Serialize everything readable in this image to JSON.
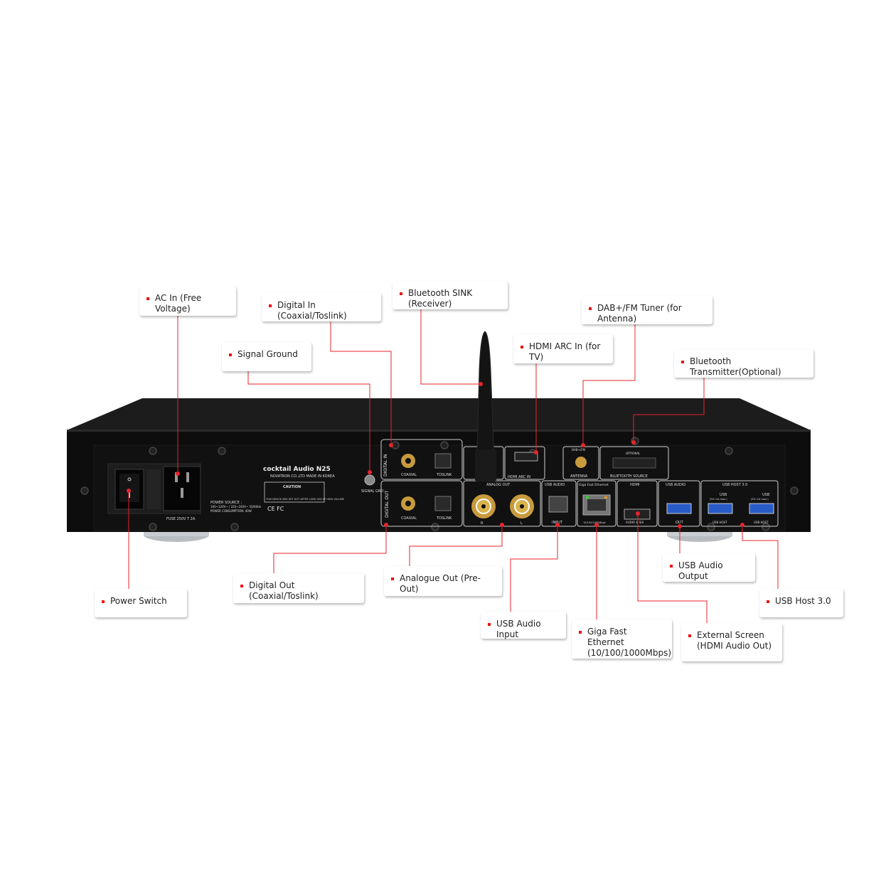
{
  "device": {
    "brand": "cocktail Audio N25",
    "maker": "NOVATRON CO.,LTD   MADE IN KOREA",
    "caution": "CAUTION",
    "caution_note": "THIS DEVICE MAY GET HOT AFTER LONG USE AT HIGH VOLUME",
    "power_source": "POWER SOURCE :",
    "power_range": "100~120V~ / 220~240V~ 50/60Hz",
    "power_consumption": "POWER CONSUMPTION: 40W",
    "fuse": "FUSE  250V T 2A",
    "cert_marks": "CE  FC",
    "panel_labels": {
      "digital_in": "DIGITAL IN",
      "digital_out": "DIGITAL OUT",
      "coaxial": "COAXIAL",
      "toslink": "TOSLINK",
      "analog_out": "ANALOG OUT",
      "r": "R",
      "l": "L",
      "usb_audio": "USB AUDIO",
      "input": "INPUT",
      "ethernet": "Giga Fast Ethernet",
      "ethernet_speed": "10/100/1000Mbps",
      "hdmi": "HDMI",
      "hdmi_sub": "AUDIO & SIX",
      "usb_audio_out": "USB AUDIO",
      "out": "OUT",
      "usb_host": "USB HOST 3.0",
      "usb_a": "USB",
      "usb_a_spec": "(5V⎓1A max.)",
      "usb_host_tag": "USB HOST",
      "hdmi_arc": "HDMI ARC IN",
      "antenna": "ANTENNA",
      "dab_fm": "DAB+/FM",
      "bluetooth_source": "BLUETOOTH SOURCE",
      "optional": "OPTIONAL",
      "signal_gnd": "SIGNAL GND"
    }
  },
  "callouts": [
    {
      "id": "ac-in",
      "label": "AC In (Free Voltage)"
    },
    {
      "id": "digital-in",
      "label": "Digital In (Coaxial/Toslink)"
    },
    {
      "id": "bt-sink",
      "label": "Bluetooth SINK (Receiver)"
    },
    {
      "id": "dab",
      "label": "DAB+/FM Tuner (for Antenna)"
    },
    {
      "id": "signal-ground",
      "label": "Signal Ground"
    },
    {
      "id": "hdmi-arc",
      "label": "HDMI ARC In (for TV)"
    },
    {
      "id": "bt-tx",
      "label": "Bluetooth Transmitter(Optional)"
    },
    {
      "id": "usb-audio-output",
      "label": "USB Audio Output"
    },
    {
      "id": "digital-out",
      "label": "Digital Out (Coaxial/Toslink)"
    },
    {
      "id": "analogue-out",
      "label": "Analogue Out (Pre-Out)"
    },
    {
      "id": "power-switch",
      "label": "Power Switch"
    },
    {
      "id": "usb-host",
      "label": "USB Host 3.0"
    },
    {
      "id": "usb-audio-input",
      "label": "USB Audio Input"
    },
    {
      "id": "ethernet",
      "label": "Giga Fast Ethernet\n(10/100/1000Mbps)"
    },
    {
      "id": "external-screen",
      "label": "External Screen\n(HDMI Audio Out)"
    }
  ],
  "colors": {
    "leader": "#e8242a",
    "body": "#0d0d0d",
    "panel_line": "#cfcfcf",
    "gold": "#c89a3c"
  }
}
